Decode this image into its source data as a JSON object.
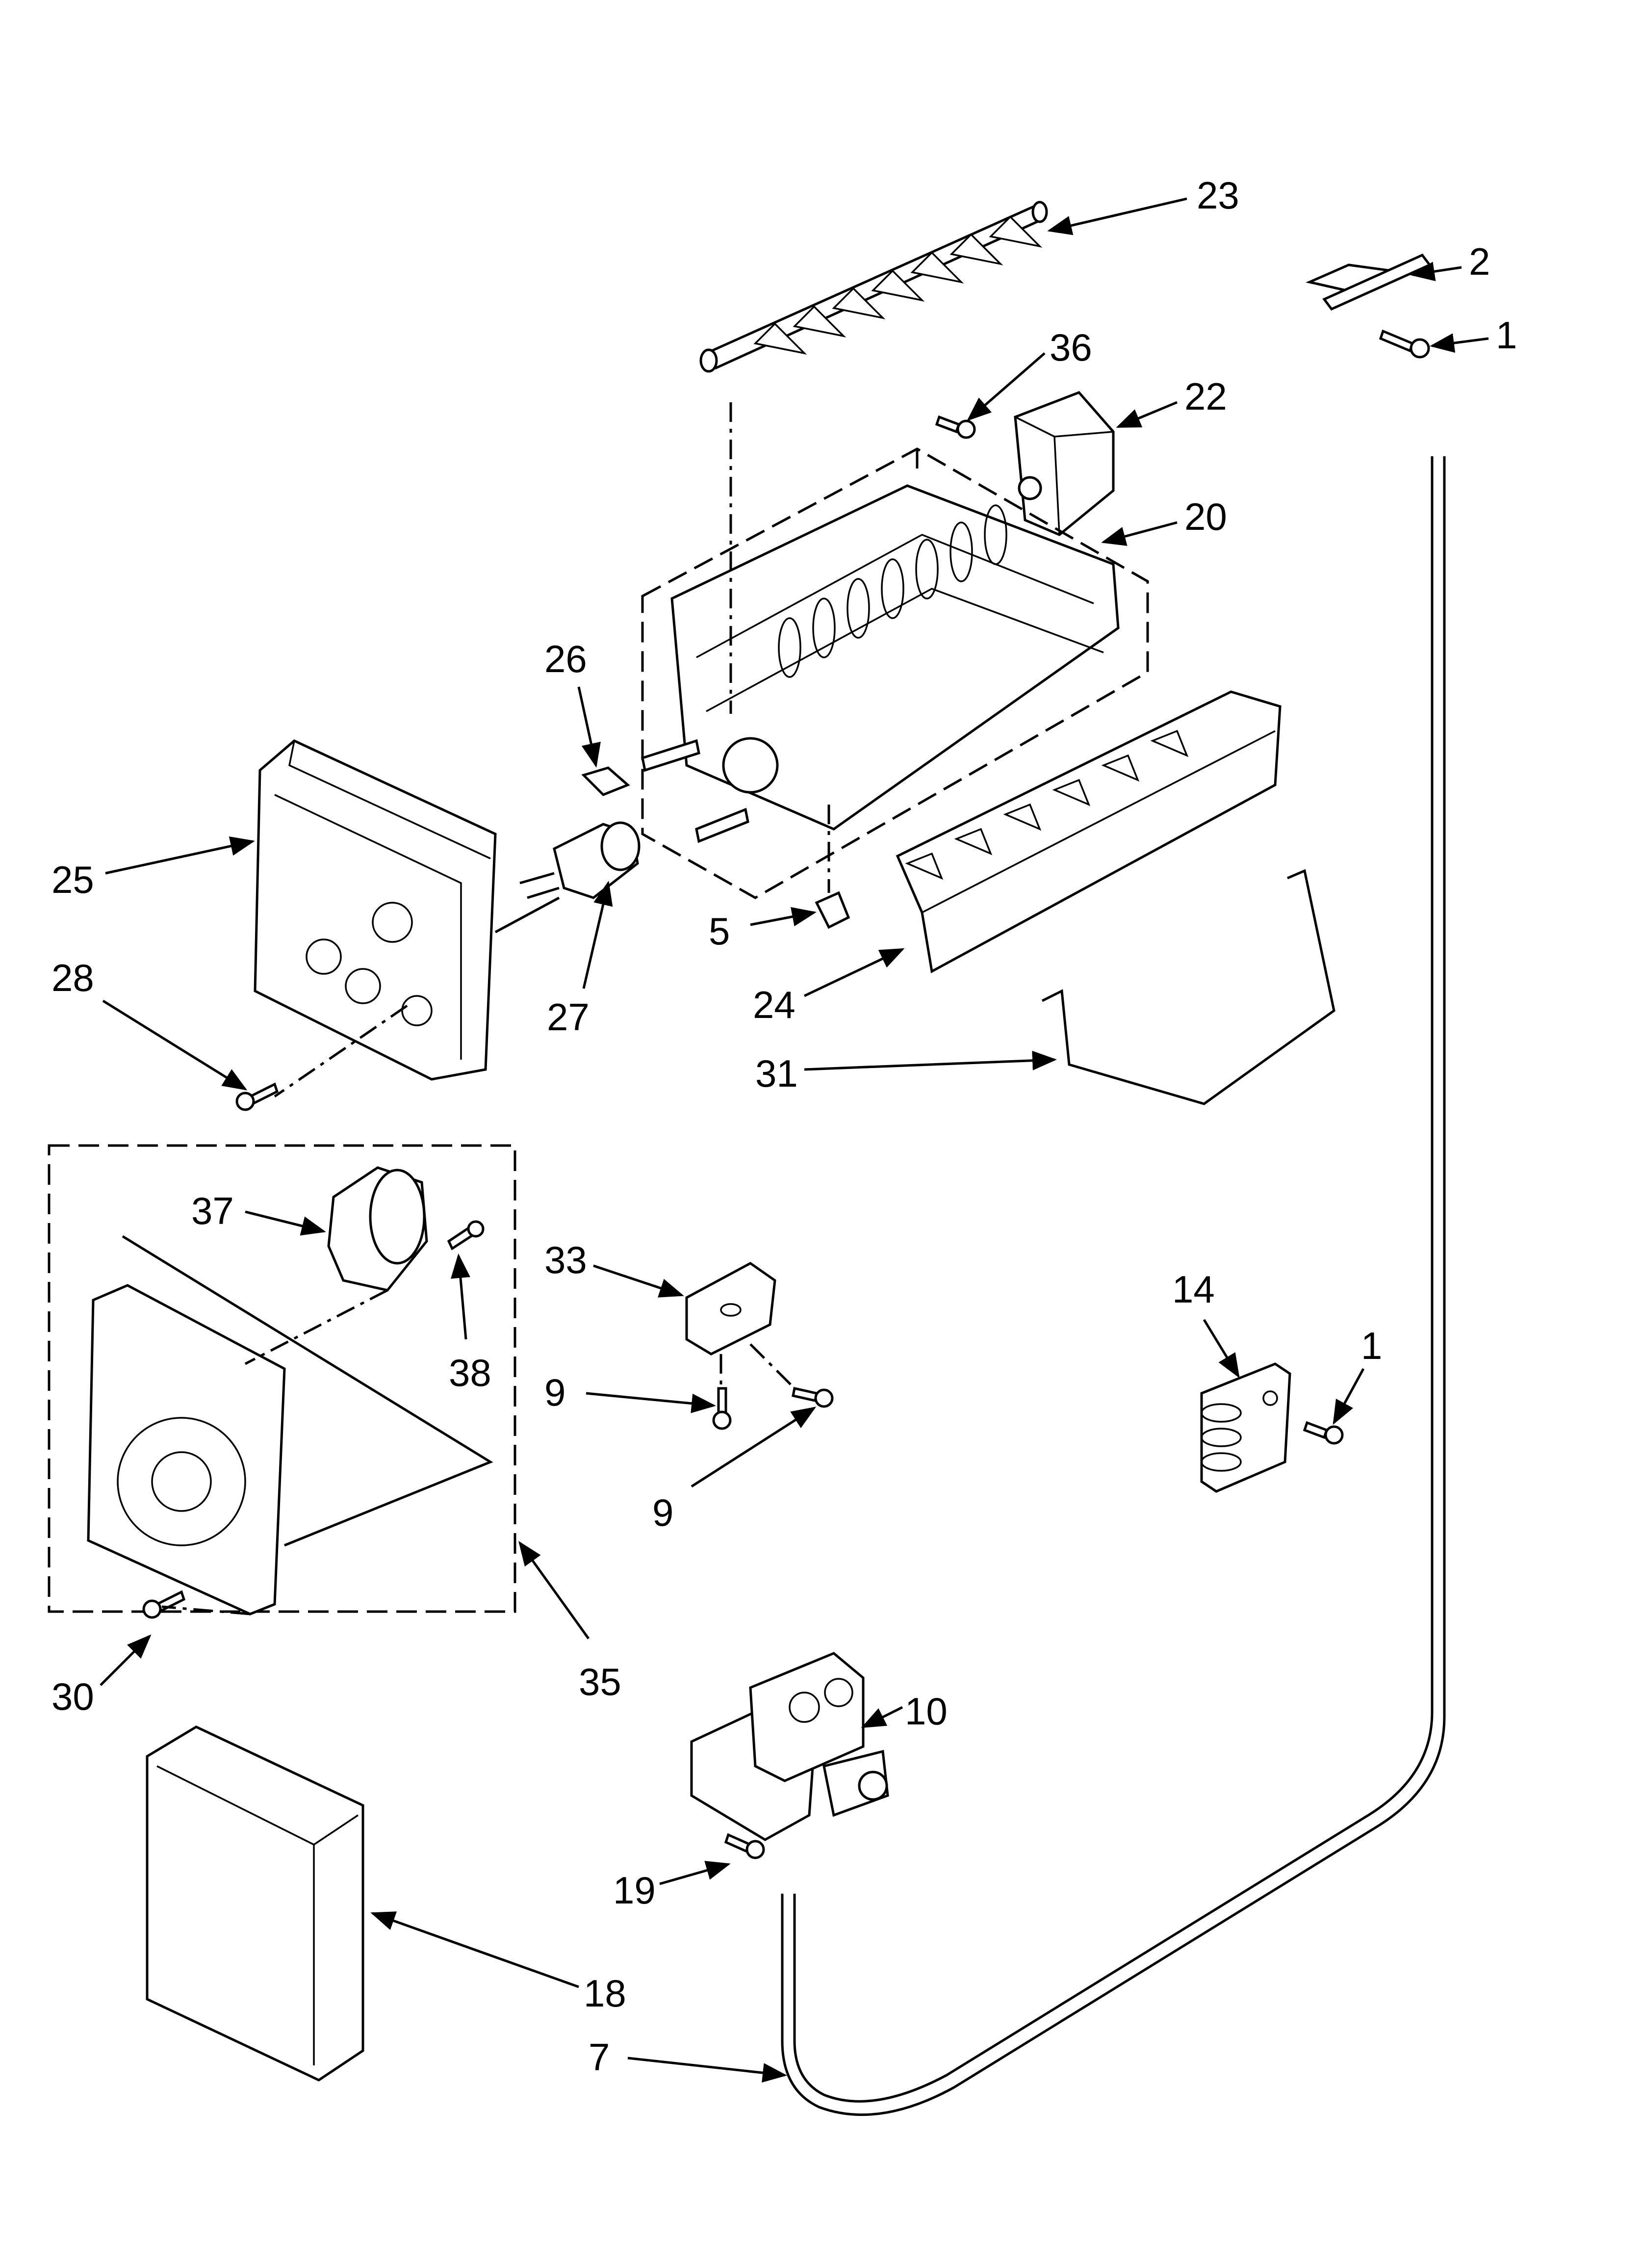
{
  "diagram": {
    "callouts": [
      {
        "id": "c23",
        "label": "23"
      },
      {
        "id": "c2",
        "label": "2"
      },
      {
        "id": "c1a",
        "label": "1"
      },
      {
        "id": "c36",
        "label": "36"
      },
      {
        "id": "c22",
        "label": "22"
      },
      {
        "id": "c20",
        "label": "20"
      },
      {
        "id": "c26",
        "label": "26"
      },
      {
        "id": "c25",
        "label": "25"
      },
      {
        "id": "c5",
        "label": "5"
      },
      {
        "id": "c27",
        "label": "27"
      },
      {
        "id": "c24",
        "label": "24"
      },
      {
        "id": "c28",
        "label": "28"
      },
      {
        "id": "c31",
        "label": "31"
      },
      {
        "id": "c37",
        "label": "37"
      },
      {
        "id": "c33",
        "label": "33"
      },
      {
        "id": "c14",
        "label": "14"
      },
      {
        "id": "c1b",
        "label": "1"
      },
      {
        "id": "c38",
        "label": "38"
      },
      {
        "id": "c9a",
        "label": "9"
      },
      {
        "id": "c9b",
        "label": "9"
      },
      {
        "id": "c35",
        "label": "35"
      },
      {
        "id": "c30",
        "label": "30"
      },
      {
        "id": "c10",
        "label": "10"
      },
      {
        "id": "c19",
        "label": "19"
      },
      {
        "id": "c18",
        "label": "18"
      },
      {
        "id": "c7",
        "label": "7"
      }
    ]
  }
}
